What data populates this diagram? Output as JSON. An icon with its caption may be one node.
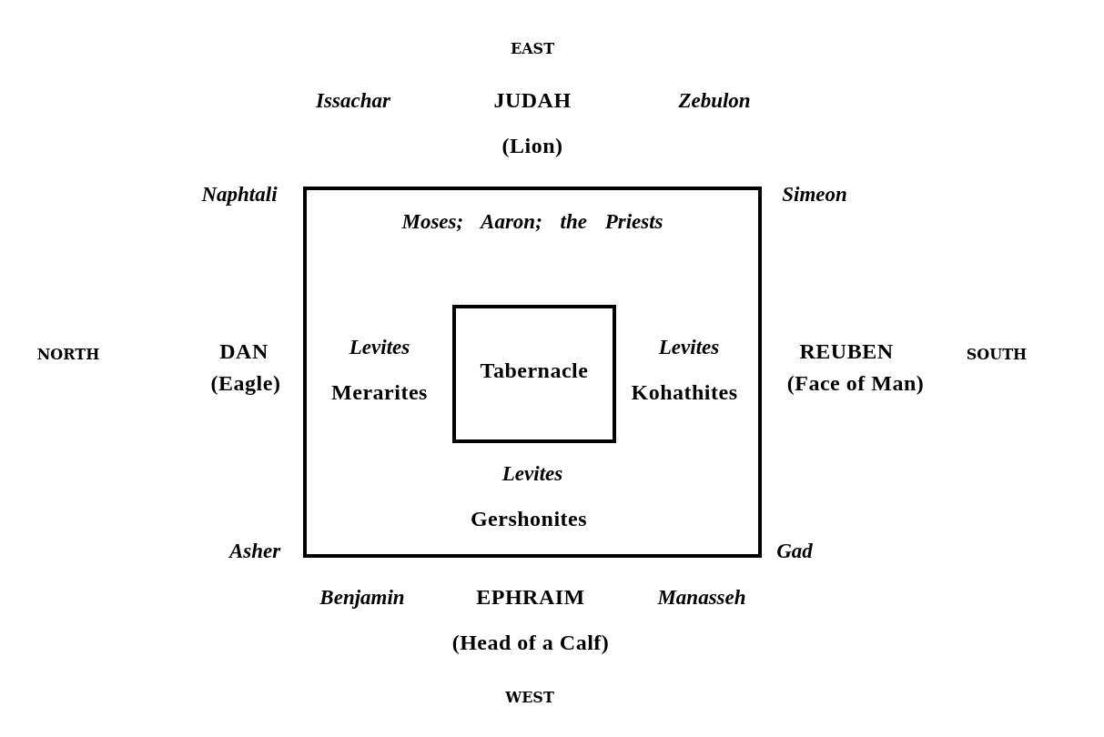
{
  "diagram": {
    "nodes": [
      {
        "text": [
          "Moses; Aaron; the Priests",
          "Levites",
          "Merarites",
          "Levites",
          "Kohathites",
          "Levites",
          "Gershonites"
        ]
      },
      {
        "text": [
          "Tabernacle"
        ],
        "in": 0
      }
    ],
    "edges": [],
    "labels": [
      "EAST",
      "Issachar",
      "JUDAH",
      "Zebulon",
      "(Lion)",
      "Naphtali",
      "Simeon",
      "NORTH",
      "DAN",
      "(Eagle)",
      "REUBEN",
      "(Face of Man)",
      "SOUTH",
      "Asher",
      "Gad",
      "Benjamin",
      "EPHRAIM",
      "Manasseh",
      "(Head of a Calf)",
      "WEST"
    ]
  }
}
